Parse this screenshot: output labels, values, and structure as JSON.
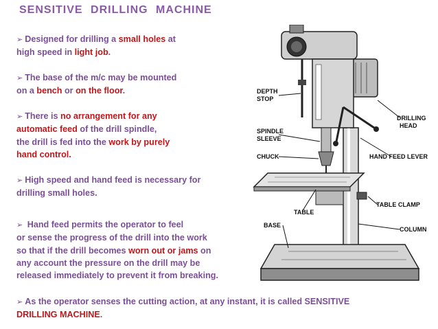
{
  "title": "SENSITIVE   DRILLING   MACHINE",
  "paragraphs": [
    {
      "lines": [
        [
          {
            "t": "Designed for drilling a ",
            "c": "n"
          },
          {
            "t": "small holes",
            "c": "r"
          },
          {
            "t": " at",
            "c": "n"
          }
        ],
        [
          {
            "t": "high speed in ",
            "c": "n"
          },
          {
            "t": "light job",
            "c": "r"
          },
          {
            "t": ".",
            "c": "n"
          }
        ]
      ]
    },
    {
      "lines": [
        [
          {
            "t": "The base of the m/c may be mounted",
            "c": "n"
          }
        ],
        [
          {
            "t": "on a ",
            "c": "n"
          },
          {
            "t": "bench",
            "c": "r"
          },
          {
            "t": " or ",
            "c": "n"
          },
          {
            "t": "on the floor",
            "c": "r"
          },
          {
            "t": ".",
            "c": "n"
          }
        ]
      ]
    },
    {
      "lines": [
        [
          {
            "t": "There is ",
            "c": "n"
          },
          {
            "t": "no arrangement for any",
            "c": "r"
          }
        ],
        [
          {
            "t": "automatic feed",
            "c": "r"
          },
          {
            "t": " of the drill spindle,",
            "c": "n"
          }
        ],
        [
          {
            "t": "the drill is fed into the ",
            "c": "n"
          },
          {
            "t": "work by purely",
            "c": "r"
          }
        ],
        [
          {
            "t": "hand control.",
            "c": "r"
          }
        ]
      ]
    },
    {
      "lines": [
        [
          {
            "t": "High speed and hand feed is necessary for",
            "c": "n"
          }
        ],
        [
          {
            "t": " drilling small holes.",
            "c": "n"
          }
        ]
      ]
    },
    {
      "lines": [
        [
          {
            "t": " Hand feed permits the operator to feel",
            "c": "n"
          }
        ],
        [
          {
            "t": "or sense the progress of the drill into the work",
            "c": "n"
          }
        ],
        [
          {
            "t": "so that if the drill becomes ",
            "c": "n"
          },
          {
            "t": "worn out or jams",
            "c": "r"
          },
          {
            "t": " on",
            "c": "n"
          }
        ],
        [
          {
            "t": " any account the pressure on the drill may be",
            "c": "n"
          }
        ],
        [
          {
            "t": " released immediately to prevent it from breaking.",
            "c": "n"
          }
        ]
      ]
    },
    {
      "lines": [
        [
          {
            "t": "As the operator senses the cutting action, at any instant, it is called SENSITIVE",
            "c": "n"
          }
        ],
        [
          {
            "t": " DRILLING MACHINE",
            "c": "r"
          },
          {
            "t": ".",
            "c": "n"
          }
        ]
      ]
    }
  ],
  "diagram_labels": {
    "depth_stop": [
      "DEPTH",
      "STOP"
    ],
    "spindle_sleeve": [
      "SPINDLE",
      "SLEEVE"
    ],
    "chuck": "CHUCK",
    "drilling_head": [
      "DRILLING",
      "HEAD"
    ],
    "hand_feed_lever": "HAND FEED LEVER",
    "table": "TABLE",
    "table_clamp": "TABLE CLAMP",
    "base": "BASE",
    "column": "COLUMN"
  },
  "colors": {
    "purple": "#7a4f96",
    "red": "#c0171b",
    "title": "#8a5aa9"
  },
  "icons": {
    "bullet": "arrowhead-bullet-icon"
  }
}
